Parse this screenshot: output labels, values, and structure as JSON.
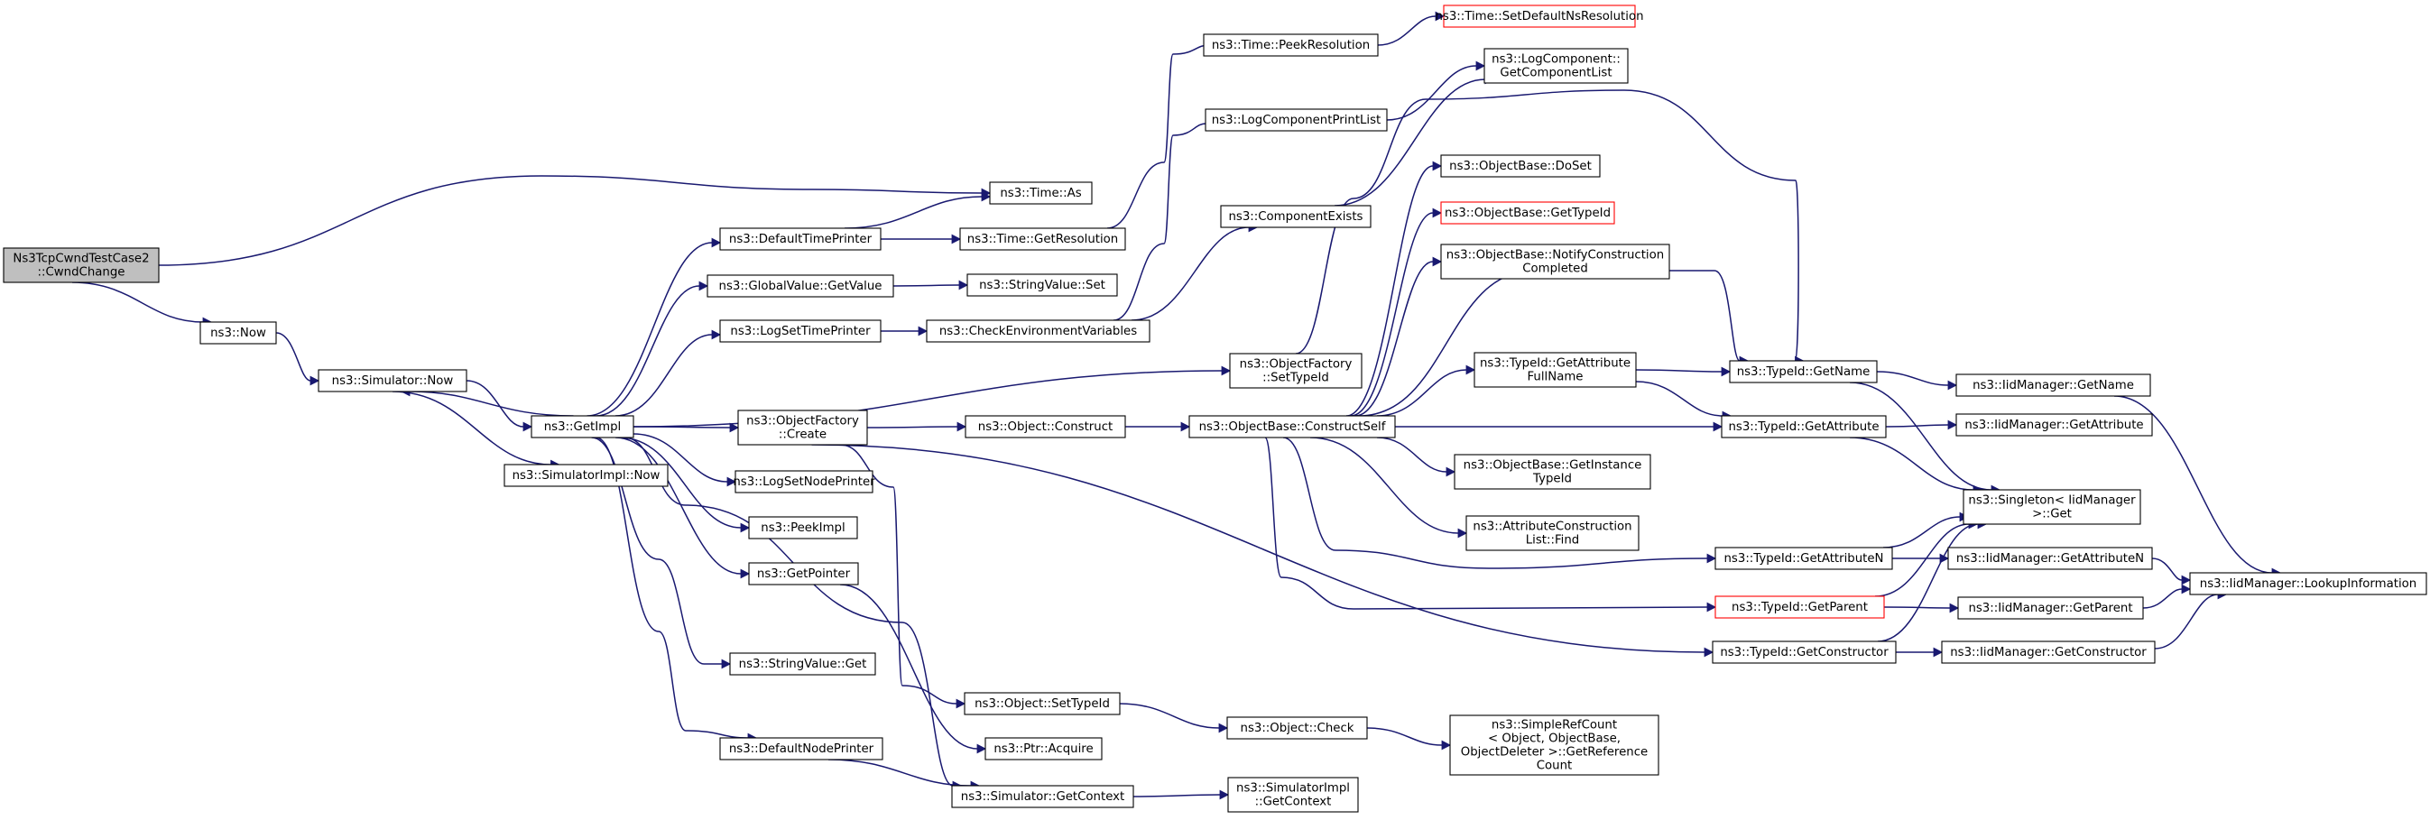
{
  "graph": {
    "title": "",
    "colors": {
      "edge": "#191970",
      "root_fill": "#bfbfbf",
      "node_fill": "#ffffff",
      "node_border": "#000000",
      "truncated_border": "#ff0000"
    },
    "nodes": [
      {
        "id": "cwnd",
        "lines": [
          "Ns3TcpCwndTestCase2",
          "::CwndChange"
        ],
        "kind": "root",
        "link": false
      },
      {
        "id": "now",
        "lines": [
          "ns3::Now"
        ],
        "kind": "normal",
        "link": true
      },
      {
        "id": "simnow",
        "lines": [
          "ns3::Simulator::Now"
        ],
        "kind": "normal",
        "link": true
      },
      {
        "id": "getimpl",
        "lines": [
          "ns3::GetImpl"
        ],
        "kind": "normal",
        "link": true
      },
      {
        "id": "simimplnow",
        "lines": [
          "ns3::SimulatorImpl::Now"
        ],
        "kind": "normal",
        "link": true
      },
      {
        "id": "timeas",
        "lines": [
          "ns3::Time::As"
        ],
        "kind": "normal",
        "link": true
      },
      {
        "id": "deftimeprinter",
        "lines": [
          "ns3::DefaultTimePrinter"
        ],
        "kind": "normal",
        "link": true
      },
      {
        "id": "gvgetvalue",
        "lines": [
          "ns3::GlobalValue::GetValue"
        ],
        "kind": "normal",
        "link": true
      },
      {
        "id": "logsettime",
        "lines": [
          "ns3::LogSetTimePrinter"
        ],
        "kind": "normal",
        "link": true
      },
      {
        "id": "ofcreate",
        "lines": [
          "ns3::ObjectFactory",
          "::Create"
        ],
        "kind": "normal",
        "link": true
      },
      {
        "id": "logsetnode",
        "lines": [
          "ns3::LogSetNodePrinter"
        ],
        "kind": "normal",
        "link": true
      },
      {
        "id": "peekimpl",
        "lines": [
          "ns3::PeekImpl"
        ],
        "kind": "normal",
        "link": true
      },
      {
        "id": "getpointer",
        "lines": [
          "ns3::GetPointer"
        ],
        "kind": "normal",
        "link": true
      },
      {
        "id": "svget",
        "lines": [
          "ns3::StringValue::Get"
        ],
        "kind": "normal",
        "link": true
      },
      {
        "id": "defnodeprinter",
        "lines": [
          "ns3::DefaultNodePrinter"
        ],
        "kind": "normal",
        "link": true
      },
      {
        "id": "simgetctx",
        "lines": [
          "ns3::Simulator::GetContext"
        ],
        "kind": "normal",
        "link": true
      },
      {
        "id": "timegetres",
        "lines": [
          "ns3::Time::GetResolution"
        ],
        "kind": "normal",
        "link": true
      },
      {
        "id": "svset",
        "lines": [
          "ns3::StringValue::Set"
        ],
        "kind": "normal",
        "link": true
      },
      {
        "id": "checkenv",
        "lines": [
          "ns3::CheckEnvironmentVariables"
        ],
        "kind": "normal",
        "link": true
      },
      {
        "id": "objconstruct",
        "lines": [
          "ns3::Object::Construct"
        ],
        "kind": "normal",
        "link": true
      },
      {
        "id": "objsettypeid",
        "lines": [
          "ns3::Object::SetTypeId"
        ],
        "kind": "normal",
        "link": true
      },
      {
        "id": "ptracquire",
        "lines": [
          "ns3::Ptr::Acquire"
        ],
        "kind": "normal",
        "link": true
      },
      {
        "id": "timepeekres",
        "lines": [
          "ns3::Time::PeekResolution"
        ],
        "kind": "normal",
        "link": true
      },
      {
        "id": "logcompprintlist",
        "lines": [
          "ns3::LogComponentPrintList"
        ],
        "kind": "normal",
        "link": true
      },
      {
        "id": "compexists",
        "lines": [
          "ns3::ComponentExists"
        ],
        "kind": "normal",
        "link": true
      },
      {
        "id": "ofsettypeid",
        "lines": [
          "ns3::ObjectFactory",
          "::SetTypeId"
        ],
        "kind": "normal",
        "link": true
      },
      {
        "id": "obconstructself",
        "lines": [
          "ns3::ObjectBase::ConstructSelf"
        ],
        "kind": "normal",
        "link": true
      },
      {
        "id": "objcheck",
        "lines": [
          "ns3::Object::Check"
        ],
        "kind": "normal",
        "link": true
      },
      {
        "id": "simimplgetctx",
        "lines": [
          "ns3::SimulatorImpl",
          "::GetContext"
        ],
        "kind": "normal",
        "link": true
      },
      {
        "id": "timesetdefns",
        "lines": [
          "ns3::Time::SetDefaultNsResolution"
        ],
        "kind": "trunc",
        "link": true
      },
      {
        "id": "logcompgetlist",
        "lines": [
          "ns3::LogComponent::",
          "GetComponentList"
        ],
        "kind": "normal",
        "link": true
      },
      {
        "id": "obdoset",
        "lines": [
          "ns3::ObjectBase::DoSet"
        ],
        "kind": "normal",
        "link": true
      },
      {
        "id": "obgettypeid",
        "lines": [
          "ns3::ObjectBase::GetTypeId"
        ],
        "kind": "trunc",
        "link": true
      },
      {
        "id": "obnotify",
        "lines": [
          "ns3::ObjectBase::NotifyConstruction",
          "Completed"
        ],
        "kind": "normal",
        "link": true
      },
      {
        "id": "tidgetattrfull",
        "lines": [
          "ns3::TypeId::GetAttribute",
          "FullName"
        ],
        "kind": "normal",
        "link": true
      },
      {
        "id": "obgetinst",
        "lines": [
          "ns3::ObjectBase::GetInstance",
          "TypeId"
        ],
        "kind": "normal",
        "link": true
      },
      {
        "id": "acfind",
        "lines": [
          "ns3::AttributeConstruction",
          "List::Find"
        ],
        "kind": "normal",
        "link": true
      },
      {
        "id": "srcgetref",
        "lines": [
          "ns3::SimpleRefCount",
          "< Object, ObjectBase,",
          "ObjectDeleter >::GetReference",
          "Count"
        ],
        "kind": "normal",
        "link": true
      },
      {
        "id": "tidgetname",
        "lines": [
          "ns3::TypeId::GetName"
        ],
        "kind": "normal",
        "link": true
      },
      {
        "id": "tidgetattr",
        "lines": [
          "ns3::TypeId::GetAttribute"
        ],
        "kind": "normal",
        "link": true
      },
      {
        "id": "tidgetattrn",
        "lines": [
          "ns3::TypeId::GetAttributeN"
        ],
        "kind": "normal",
        "link": true
      },
      {
        "id": "tidgetparent",
        "lines": [
          "ns3::TypeId::GetParent"
        ],
        "kind": "trunc",
        "link": true
      },
      {
        "id": "tidgetctor",
        "lines": [
          "ns3::TypeId::GetConstructor"
        ],
        "kind": "normal",
        "link": true
      },
      {
        "id": "singleton",
        "lines": [
          "ns3::Singleton< IidManager",
          ">::Get"
        ],
        "kind": "normal",
        "link": true
      },
      {
        "id": "iidgetname",
        "lines": [
          "ns3::IidManager::GetName"
        ],
        "kind": "normal",
        "link": true
      },
      {
        "id": "iidgetattr",
        "lines": [
          "ns3::IidManager::GetAttribute"
        ],
        "kind": "normal",
        "link": true
      },
      {
        "id": "iidgetattrn",
        "lines": [
          "ns3::IidManager::GetAttributeN"
        ],
        "kind": "normal",
        "link": true
      },
      {
        "id": "iidgetparent",
        "lines": [
          "ns3::IidManager::GetParent"
        ],
        "kind": "normal",
        "link": true
      },
      {
        "id": "iidgetctor",
        "lines": [
          "ns3::IidManager::GetConstructor"
        ],
        "kind": "normal",
        "link": true
      },
      {
        "id": "iidlookup",
        "lines": [
          "ns3::IidManager::LookupInformation"
        ],
        "kind": "normal",
        "link": true
      }
    ],
    "edges": [
      [
        "cwnd",
        "now"
      ],
      [
        "cwnd",
        "timeas"
      ],
      [
        "now",
        "simnow"
      ],
      [
        "simnow",
        "getimpl"
      ],
      [
        "simnow",
        "simimplnow"
      ],
      [
        "getimpl",
        "simnow"
      ],
      [
        "getimpl",
        "deftimeprinter"
      ],
      [
        "getimpl",
        "gvgetvalue"
      ],
      [
        "getimpl",
        "logsettime"
      ],
      [
        "getimpl",
        "ofsettypeid"
      ],
      [
        "getimpl",
        "ofcreate"
      ],
      [
        "getimpl",
        "logsetnode"
      ],
      [
        "getimpl",
        "peekimpl"
      ],
      [
        "getimpl",
        "getpointer"
      ],
      [
        "getimpl",
        "svget"
      ],
      [
        "getimpl",
        "defnodeprinter"
      ],
      [
        "getimpl",
        "simgetctx"
      ],
      [
        "deftimeprinter",
        "timeas"
      ],
      [
        "deftimeprinter",
        "timegetres"
      ],
      [
        "gvgetvalue",
        "svset"
      ],
      [
        "logsettime",
        "checkenv"
      ],
      [
        "ofcreate",
        "objconstruct"
      ],
      [
        "ofcreate",
        "objsettypeid"
      ],
      [
        "ofcreate",
        "tidgetctor"
      ],
      [
        "getpointer",
        "ptracquire"
      ],
      [
        "defnodeprinter",
        "simgetctx"
      ],
      [
        "simgetctx",
        "simimplgetctx"
      ],
      [
        "timegetres",
        "timepeekres"
      ],
      [
        "timepeekres",
        "timesetdefns"
      ],
      [
        "checkenv",
        "logcompprintlist"
      ],
      [
        "checkenv",
        "compexists"
      ],
      [
        "logcompprintlist",
        "logcompgetlist"
      ],
      [
        "compexists",
        "logcompgetlist"
      ],
      [
        "objconstruct",
        "obconstructself"
      ],
      [
        "objsettypeid",
        "objcheck"
      ],
      [
        "objcheck",
        "srcgetref"
      ],
      [
        "ofsettypeid",
        "tidgetname"
      ],
      [
        "obconstructself",
        "obdoset"
      ],
      [
        "obconstructself",
        "obgettypeid"
      ],
      [
        "obconstructself",
        "obnotify"
      ],
      [
        "obconstructself",
        "tidgetname"
      ],
      [
        "obconstructself",
        "tidgetattrfull"
      ],
      [
        "obconstructself",
        "tidgetattr"
      ],
      [
        "obconstructself",
        "obgetinst"
      ],
      [
        "obconstructself",
        "acfind"
      ],
      [
        "obconstructself",
        "tidgetattrn"
      ],
      [
        "obconstructself",
        "tidgetparent"
      ],
      [
        "tidgetattrfull",
        "tidgetname"
      ],
      [
        "tidgetattrfull",
        "tidgetattr"
      ],
      [
        "tidgetname",
        "iidgetname"
      ],
      [
        "tidgetname",
        "singleton"
      ],
      [
        "tidgetattr",
        "iidgetattr"
      ],
      [
        "tidgetattr",
        "singleton"
      ],
      [
        "tidgetattrn",
        "iidgetattrn"
      ],
      [
        "tidgetattrn",
        "singleton"
      ],
      [
        "tidgetparent",
        "iidgetparent"
      ],
      [
        "tidgetparent",
        "singleton"
      ],
      [
        "tidgetctor",
        "iidgetctor"
      ],
      [
        "tidgetctor",
        "singleton"
      ],
      [
        "iidgetname",
        "iidlookup"
      ],
      [
        "iidgetattrn",
        "iidlookup"
      ],
      [
        "iidgetparent",
        "iidlookup"
      ],
      [
        "iidgetctor",
        "iidlookup"
      ]
    ]
  }
}
